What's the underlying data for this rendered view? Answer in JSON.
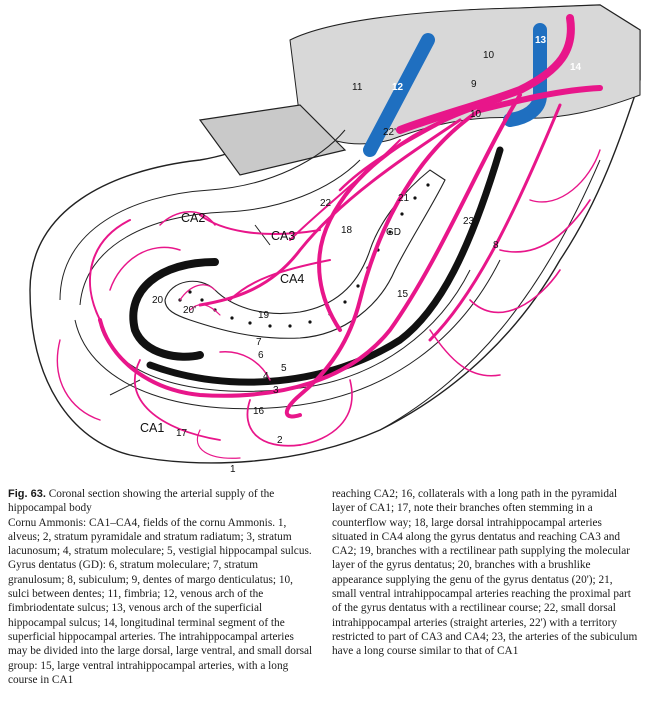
{
  "labels": {
    "l1": "1",
    "l2": "2",
    "l3": "3",
    "l4": "4",
    "l5": "5",
    "l6": "6",
    "l7": "7",
    "l8": "8",
    "l9": "9",
    "l10": "10",
    "l11": "11",
    "l12": "12",
    "l13": "13",
    "l14": "14",
    "l15": "15",
    "l16": "16",
    "l17": "17",
    "l18": "18",
    "l19": "19",
    "l20": "20",
    "l20p": "20'",
    "l21": "21",
    "l22a": "22",
    "l22p": "22'",
    "l23": "23",
    "ca1": "CA1",
    "ca2": "CA2",
    "ca3": "CA3",
    "ca4": "CA4",
    "gd": "GD"
  },
  "colors": {
    "artery": "#e8168a",
    "vein": "#1f6fc0",
    "outline": "#222222",
    "shade": "#d8d8d8"
  },
  "caption": {
    "fig_label": "Fig. 63.",
    "title": "Coronal section showing the arterial supply of the hippocampal body",
    "col1": "Cornu Ammonis: CA1–CA4, fields of the cornu Ammonis. 1, alveus; 2, stratum pyramidale and stratum radiatum; 3, stratum lacunosum; 4, stratum moleculare; 5, vestigial hippocampal sulcus. Gyrus dentatus (GD): 6, stratum moleculare; 7, stratum granulosum; 8, subiculum; 9, dentes of margo denticulatus; 10, sulci between dentes; 11, fimbria; 12, venous arch of the fimbriodentate sulcus; 13, venous arch of the superficial hippocampal sulcus; 14, longitudinal terminal segment of the superficial hippocampal arteries. The intrahippocampal arteries may be divided into the large dorsal, large ventral, and small dorsal group: 15, large ventral intrahippocampal arteries, with a long course in CA1",
    "col2": "reaching CA2; 16, collaterals with a long path in the pyramidal layer of CA1; 17, note their branches often stemming in a counterflow way; 18, large dorsal intrahippocampal arteries situated in CA4 along the gyrus dentatus and reaching CA3 and CA2; 19, branches with a rectilinear path supplying the molecular layer of the gyrus dentatus; 20, branches with a brushlike appearance supplying the genu of the gyrus dentatus (20'); 21, small ventral intrahippocampal arteries reaching the proximal part of the gyrus dentatus with a rectilinear course; 22, small dorsal intrahippocampal arteries (straight arteries, 22') with a territory restricted to part of CA3 and CA4; 23, the arteries of the subiculum have a long course similar to that of CA1"
  }
}
